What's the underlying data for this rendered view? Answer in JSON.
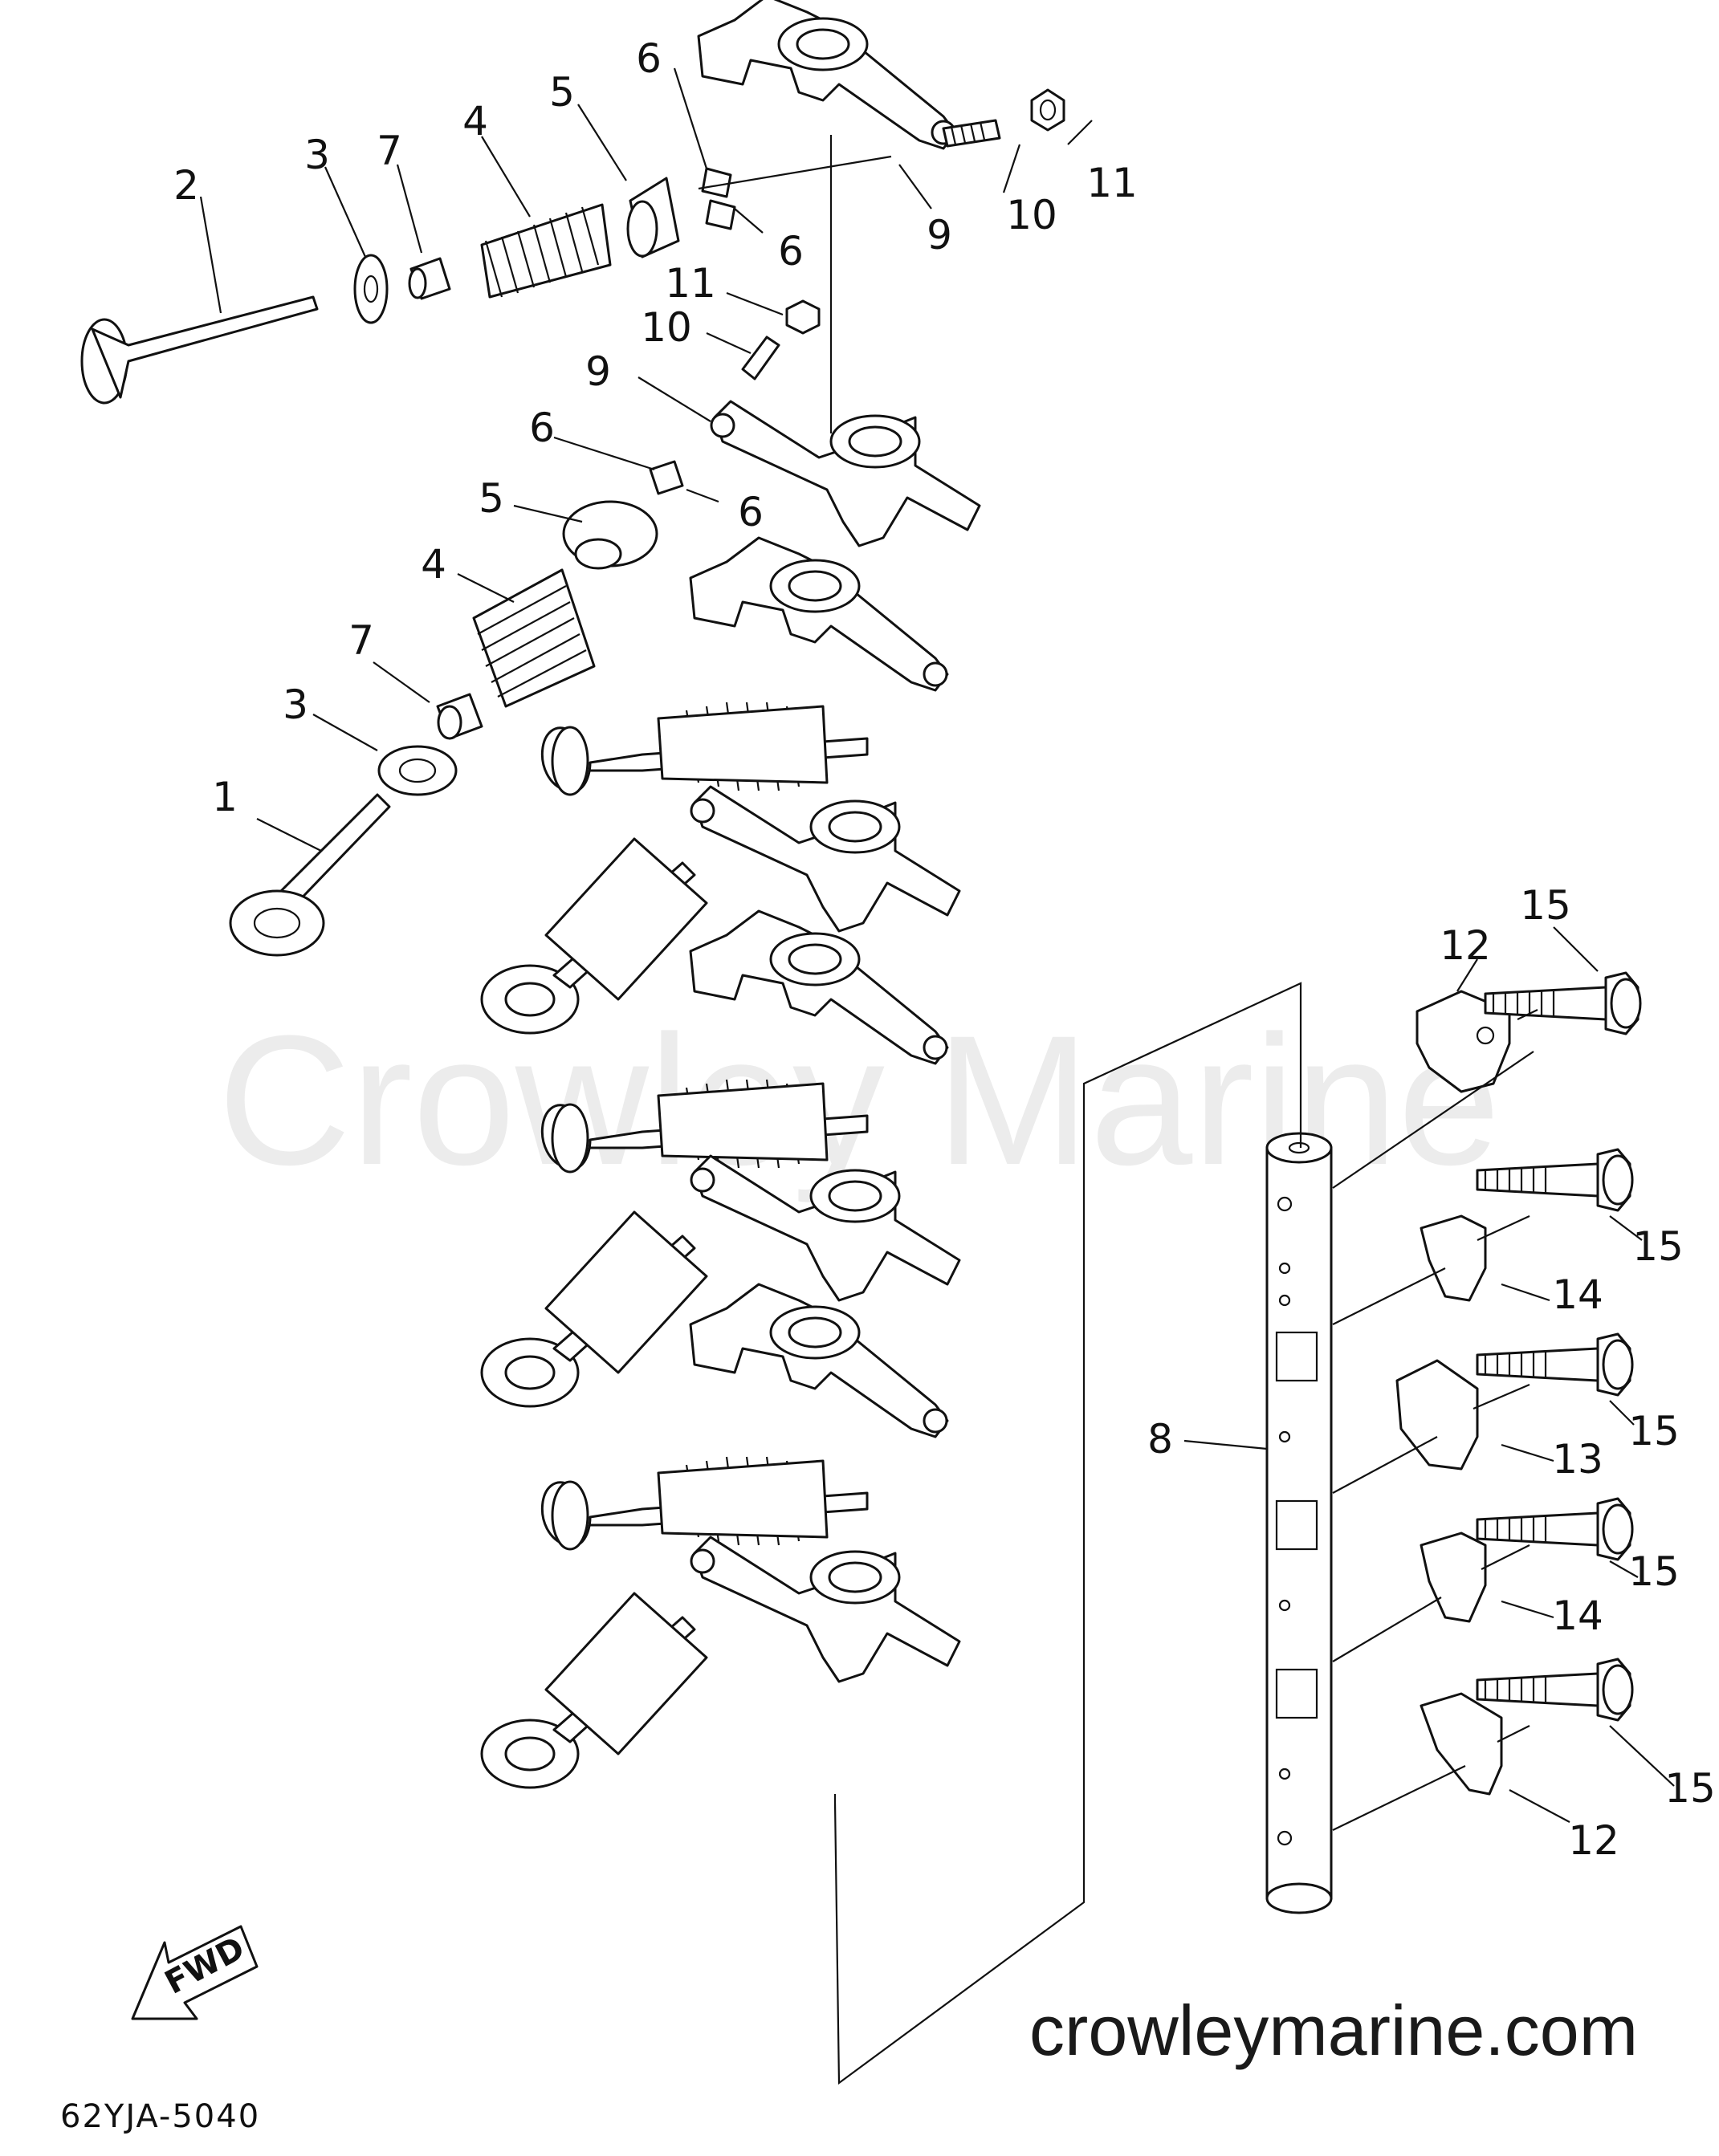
{
  "diagram": {
    "watermark": "Crowley Marine",
    "footer_url": "crowleymarine.com",
    "diagram_code": "62YJA-5040",
    "direction_label": "FWD",
    "callouts": [
      {
        "id": "c1",
        "label": "1"
      },
      {
        "id": "c2",
        "label": "2"
      },
      {
        "id": "c3a",
        "label": "3"
      },
      {
        "id": "c3b",
        "label": "3"
      },
      {
        "id": "c4a",
        "label": "4"
      },
      {
        "id": "c4b",
        "label": "4"
      },
      {
        "id": "c5a",
        "label": "5"
      },
      {
        "id": "c5b",
        "label": "5"
      },
      {
        "id": "c6a",
        "label": "6"
      },
      {
        "id": "c6b",
        "label": "6"
      },
      {
        "id": "c6c",
        "label": "6"
      },
      {
        "id": "c6d",
        "label": "6"
      },
      {
        "id": "c7a",
        "label": "7"
      },
      {
        "id": "c7b",
        "label": "7"
      },
      {
        "id": "c8",
        "label": "8"
      },
      {
        "id": "c9a",
        "label": "9"
      },
      {
        "id": "c9b",
        "label": "9"
      },
      {
        "id": "c10a",
        "label": "10"
      },
      {
        "id": "c10b",
        "label": "10"
      },
      {
        "id": "c11a",
        "label": "11"
      },
      {
        "id": "c11b",
        "label": "11"
      },
      {
        "id": "c12a",
        "label": "12"
      },
      {
        "id": "c12b",
        "label": "12"
      },
      {
        "id": "c13",
        "label": "13"
      },
      {
        "id": "c14a",
        "label": "14"
      },
      {
        "id": "c14b",
        "label": "14"
      },
      {
        "id": "c15a",
        "label": "15"
      },
      {
        "id": "c15b",
        "label": "15"
      },
      {
        "id": "c15c",
        "label": "15"
      },
      {
        "id": "c15d",
        "label": "15"
      },
      {
        "id": "c15e",
        "label": "15"
      }
    ]
  }
}
